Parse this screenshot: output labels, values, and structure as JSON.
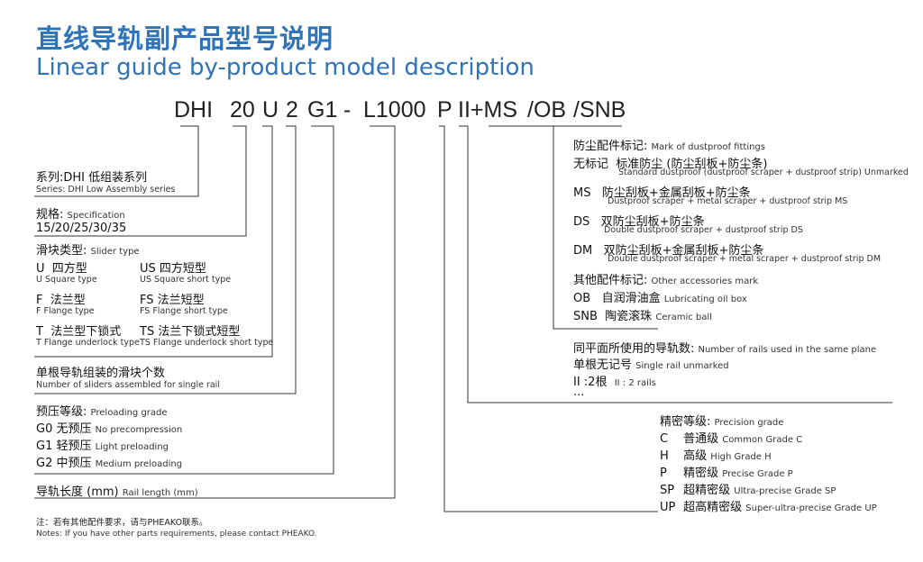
{
  "title_cn": "直线导轨副产品型号说明",
  "title_en": "Linear guide by-product model description",
  "code_parts": [
    "DHI",
    "20",
    "U",
    "2",
    "G1",
    "-",
    "L1000",
    "P",
    "II+MS",
    "/OB",
    "/SNB"
  ],
  "series": {
    "label_cn": "系列:DHI 低组装系列",
    "label_en": "Series: DHI Low Assembly series"
  },
  "spec": {
    "label_cn": "规格:",
    "label_en": "Specification",
    "value": "15/20/25/30/35"
  },
  "slider": {
    "label_cn": "滑块类型:",
    "label_en": "Slider type",
    "items": [
      {
        "code": "U",
        "cn": "四方型",
        "en": "U   Square type"
      },
      {
        "code": "US",
        "cn": "四方短型",
        "en": "US  Square short type"
      },
      {
        "code": "F",
        "cn": "法兰型",
        "en": "F   Flange type"
      },
      {
        "code": "FS",
        "cn": "法兰短型",
        "en": "FS  Flange short type"
      },
      {
        "code": "T",
        "cn": "法兰型下锁式",
        "en": "T  Flange underlock type"
      },
      {
        "code": "TS",
        "cn": "法兰下锁式短型",
        "en": "TS  Flange underlock short type"
      }
    ]
  },
  "sliders_count": {
    "label_cn": "单根导轨组装的滑块个数",
    "label_en": "Number of sliders assembled for single rail"
  },
  "preload": {
    "label_cn": "预压等级:",
    "label_en": "Preloading grade",
    "items": [
      {
        "code": "G0",
        "cn": "无预压",
        "en": "No precompression"
      },
      {
        "code": "G1",
        "cn": "轻预压",
        "en": "Light preloading"
      },
      {
        "code": "G2",
        "cn": "中预压",
        "en": "Medium preloading"
      }
    ]
  },
  "rail_length": {
    "label_cn": "导轨长度 (mm)",
    "label_en": "Rail length (mm)"
  },
  "notes": {
    "cn": "注：若有其他配件要求，请与PHEAKO联系。",
    "en": "Notes: If you have other parts requirements, please contact PHEAKO."
  },
  "dustproof": {
    "label_cn": "防尘配件标记:",
    "label_en": "Mark of dustproof fittings",
    "items": [
      {
        "code": "无标记",
        "cn": "标准防尘 (防尘刮板+防尘条)",
        "en": "Standard dustproof (dustproof scraper + dustproof strip) Unmarked"
      },
      {
        "code": "MS",
        "cn": "防尘刮板+金属刮板+防尘条",
        "en": "Dustproof scraper + metal scraper + dustproof strip MS"
      },
      {
        "code": "DS",
        "cn": "双防尘刮板+防尘条",
        "en": "Double dustproof scraper + dustproof strip DS"
      },
      {
        "code": "DM",
        "cn": "双防尘刮板+金属刮板+防尘条",
        "en": "Double dustproof scraper + metal scraper + dustproof strip DM"
      }
    ]
  },
  "other": {
    "label_cn": "其他配件标记:",
    "label_en": "Other accessories mark",
    "items": [
      {
        "code": "OB",
        "cn": "自润滑油盒",
        "en": "Lubricating oil box"
      },
      {
        "code": "SNB",
        "cn": "陶瓷滚珠",
        "en": "Ceramic ball"
      }
    ]
  },
  "rails": {
    "label_cn": "同平面所使用的导轨数:",
    "label_en": "Number of rails used in the same plane",
    "single_cn": "单根无记号",
    "single_en": "Single rail unmarked",
    "two_cn": "II :2根",
    "two_en": "II : 2 rails",
    "more": "..."
  },
  "precision": {
    "label_cn": "精密等级:",
    "label_en": "Precision grade",
    "items": [
      {
        "code": "C",
        "cn": "普通级",
        "en": "Common Grade C"
      },
      {
        "code": "H",
        "cn": "高级",
        "en": "High Grade H"
      },
      {
        "code": "P",
        "cn": "精密级",
        "en": "Precise Grade P"
      },
      {
        "code": "SP",
        "cn": "超精密级",
        "en": "Ultra-precise Grade SP"
      },
      {
        "code": "UP",
        "cn": "超高精密级",
        "en": "Super-ultra-precise Grade UP"
      }
    ]
  },
  "colors": {
    "title": "#2f73b9",
    "lines": "#333333",
    "text": "#111111"
  }
}
